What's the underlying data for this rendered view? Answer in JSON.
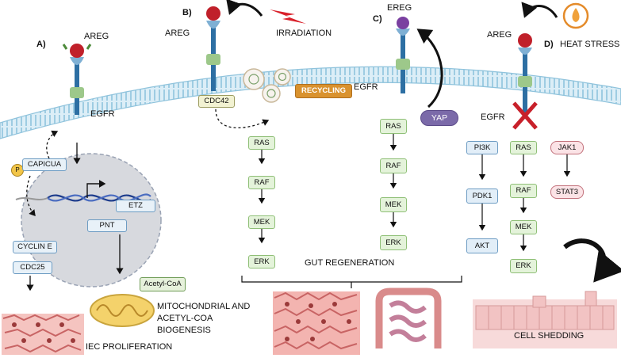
{
  "panels": {
    "a": {
      "letter": "A)",
      "ligand": "AREG",
      "receptor": "EGFR"
    },
    "b": {
      "letter": "B)",
      "ligand": "AREG",
      "trigger": "IRRADIATION",
      "receptor": "EGFR",
      "cdc42": "CDC42",
      "recycling": "RECYCLING"
    },
    "c": {
      "letter": "C)",
      "ligand": "EREG",
      "yap": "YAP"
    },
    "d": {
      "letter": "D)",
      "ligand": "AREG",
      "trigger": "HEAT STRESS",
      "receptor": "EGFR"
    }
  },
  "nucleus": {
    "p_badge": "P",
    "capicua": "CAPICUA",
    "etz": "ETZ",
    "pnt": "PNT",
    "cyclin_e": "CYCLIN E",
    "cdc25": "CDC25"
  },
  "cascade_b": [
    "RAS",
    "RAF",
    "MEK",
    "ERK"
  ],
  "cascade_c": [
    "RAS",
    "RAF",
    "MEK",
    "ERK"
  ],
  "cascade_d_pi3k": [
    "PI3K",
    "PDK1",
    "AKT"
  ],
  "cascade_d_mapk": [
    "RAS",
    "RAF",
    "MEK",
    "ERK"
  ],
  "cascade_d_jak": [
    "JAK1",
    "STAT3"
  ],
  "outputs": {
    "acetyl_coa": "Acetyl-CoA",
    "mito_line1": "MITOCHONDRIAL AND",
    "mito_line2": "ACETYL-COA",
    "mito_line3": "BIOGENESIS",
    "iec_proliferation": "IEC PROLIFERATION",
    "gut_regeneration": "GUT REGENERATION",
    "cell_shedding": "CELL SHEDDING"
  },
  "colors": {
    "membrane": "#8fc3dc",
    "nucleus": "#d7d9de",
    "cascade_green": "#e4f3da",
    "cascade_blue": "#e2eef8",
    "jak_pink": "#fbe3e6",
    "yap_purple": "#7b6aa9",
    "recycling_orange": "#d9922e",
    "cell_red": "#e47e7e",
    "block_red": "#c8202a"
  }
}
